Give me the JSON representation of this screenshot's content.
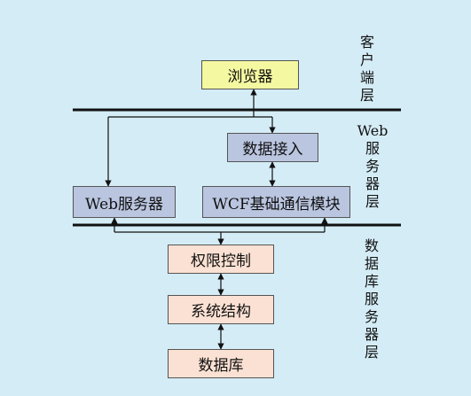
{
  "colors": {
    "background": "#d4ecf6",
    "client_box": "#f4f8a0",
    "web_box": "#bac5e0",
    "db_box": "#fbe1d3",
    "line": "#111111"
  },
  "layers": {
    "client": "客户端层",
    "web_line1": "Web",
    "web_line2": "服务器层",
    "db": "数据库服务器层"
  },
  "boxes": {
    "browser": "浏览器",
    "data_access": "数据接入",
    "web_server": "Web服务器",
    "wcf": "WCF基础通信模块",
    "permission": "权限控制",
    "system_structure": "系统结构",
    "database": "数据库"
  }
}
